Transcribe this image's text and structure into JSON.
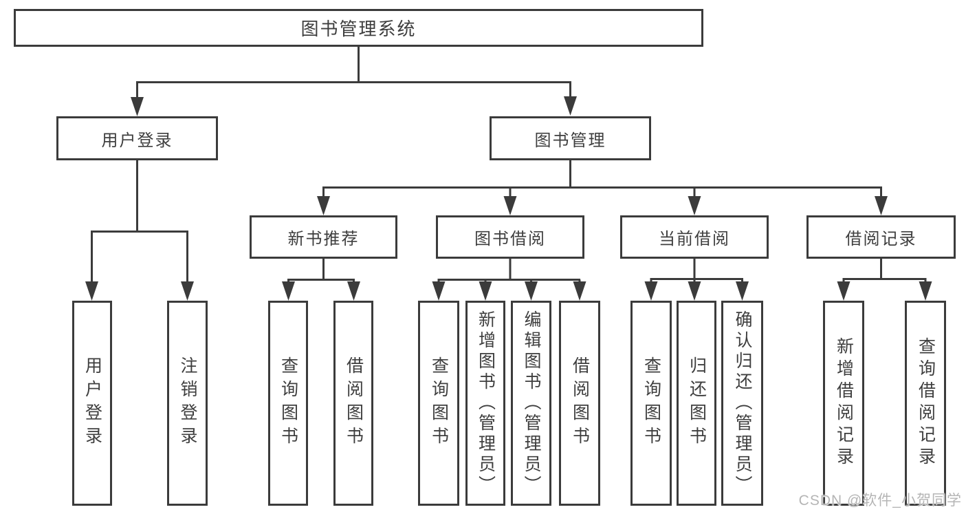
{
  "diagram": {
    "root": {
      "label": "图书管理系统"
    },
    "branches": [
      {
        "label": "用户登录",
        "children": [
          {
            "label": "用户登录"
          },
          {
            "label": "注销登录"
          }
        ]
      },
      {
        "label": "图书管理",
        "children": [
          {
            "label": "新书推荐",
            "children": [
              {
                "label": "查询图书"
              },
              {
                "label": "借阅图书"
              }
            ]
          },
          {
            "label": "图书借阅",
            "children": [
              {
                "label": "查询图书"
              },
              {
                "label": "新增图书（管理员）"
              },
              {
                "label": "编辑图书（管理员）"
              },
              {
                "label": "借阅图书"
              }
            ]
          },
          {
            "label": "当前借阅",
            "children": [
              {
                "label": "查询图书"
              },
              {
                "label": "归还图书"
              },
              {
                "label": "确认归还（管理员）"
              }
            ]
          },
          {
            "label": "借阅记录",
            "children": [
              {
                "label": "新增借阅记录"
              },
              {
                "label": "查询借阅记录"
              }
            ]
          }
        ]
      }
    ]
  },
  "watermark": {
    "text": "CSDN @软件_小贺同学"
  },
  "colors": {
    "line": "#3b3b3b",
    "text": "#3e3e3e",
    "watermark": "#b5b5b5",
    "background": "#ffffff"
  }
}
